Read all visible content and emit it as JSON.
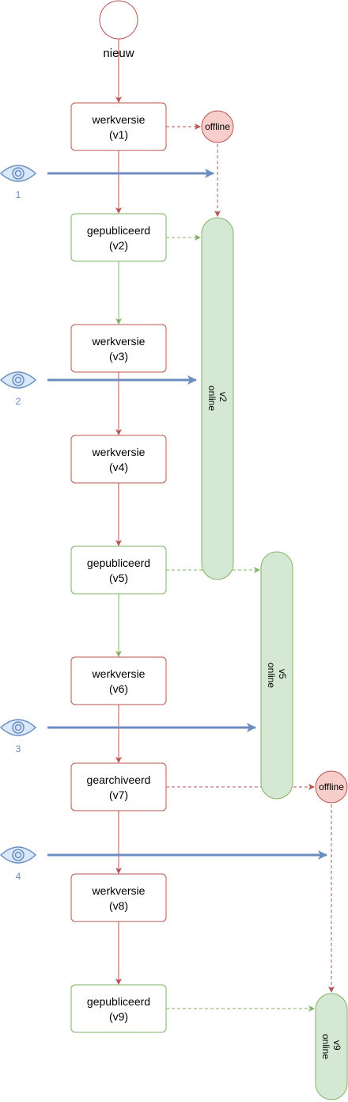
{
  "start": {
    "label": "nieuw"
  },
  "versions": [
    {
      "id": "v1",
      "status": "werkversie",
      "version": "(v1)",
      "kind": "draft"
    },
    {
      "id": "v2",
      "status": "gepubliceerd",
      "version": "(v2)",
      "kind": "published"
    },
    {
      "id": "v3",
      "status": "werkversie",
      "version": "(v3)",
      "kind": "draft"
    },
    {
      "id": "v4",
      "status": "werkversie",
      "version": "(v4)",
      "kind": "draft"
    },
    {
      "id": "v5",
      "status": "gepubliceerd",
      "version": "(v5)",
      "kind": "published"
    },
    {
      "id": "v6",
      "status": "werkversie",
      "version": "(v6)",
      "kind": "draft"
    },
    {
      "id": "v7",
      "status": "gearchiveerd",
      "version": "(v7)",
      "kind": "archived"
    },
    {
      "id": "v8",
      "status": "werkversie",
      "version": "(v8)",
      "kind": "draft"
    },
    {
      "id": "v9",
      "status": "gepubliceerd",
      "version": "(v9)",
      "kind": "published"
    }
  ],
  "offline_states": [
    {
      "id": "offline-1",
      "label": "offline"
    },
    {
      "id": "offline-2",
      "label": "offline"
    }
  ],
  "online_states": [
    {
      "id": "online-v2",
      "version": "v2",
      "state": "online"
    },
    {
      "id": "online-v5",
      "version": "v5",
      "state": "online"
    },
    {
      "id": "online-v9",
      "version": "v9",
      "state": "online"
    }
  ],
  "viewers": [
    {
      "id": "viewer-1",
      "number": "1",
      "icon": "eye-icon"
    },
    {
      "id": "viewer-2",
      "number": "2",
      "icon": "eye-icon"
    },
    {
      "id": "viewer-3",
      "number": "3",
      "icon": "eye-icon"
    },
    {
      "id": "viewer-4",
      "number": "4",
      "icon": "eye-icon"
    }
  ],
  "colors": {
    "draft_stroke": "#b85450",
    "published_stroke": "#82b366",
    "online_fill": "#d5e8d4",
    "offline_fill": "#f8cecc",
    "viewer_blue": "#6c8ebf",
    "viewer_fill": "#dae8fc"
  }
}
